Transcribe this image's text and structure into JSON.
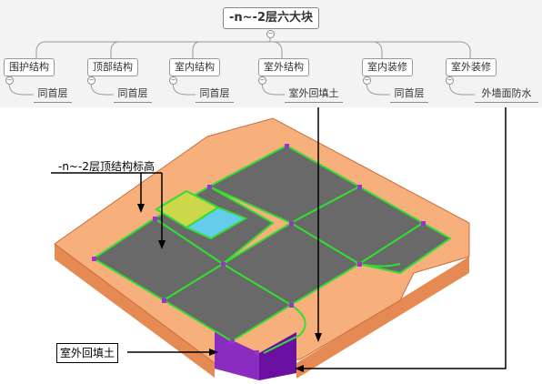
{
  "mindmap": {
    "root": "-n~-2层六大块",
    "branches": [
      {
        "label": "围护结构",
        "child": "同首层"
      },
      {
        "label": "顶部结构",
        "child": "同首层"
      },
      {
        "label": "室内结构",
        "child": "同首层"
      },
      {
        "label": "室外结构",
        "child": "室外回填土"
      },
      {
        "label": "室内装修",
        "child": "同首层"
      },
      {
        "label": "室外装修",
        "child": "外墙面防水"
      }
    ],
    "toggle_symbol": "−"
  },
  "drawing": {
    "callout_slab_elevation": "-n~-2层顶结构标高",
    "callout_backfill": "室外回填土"
  },
  "colors": {
    "connector": "#9a9a9a",
    "slab_edge": "#f7b07c",
    "slab_side": "#e48a52",
    "panel": "#696969",
    "beam": "#33dd33",
    "node": "#9a33cc",
    "backfill": "#6a0fa0",
    "stair": "#66ccee",
    "pit": "#ccd84a"
  }
}
